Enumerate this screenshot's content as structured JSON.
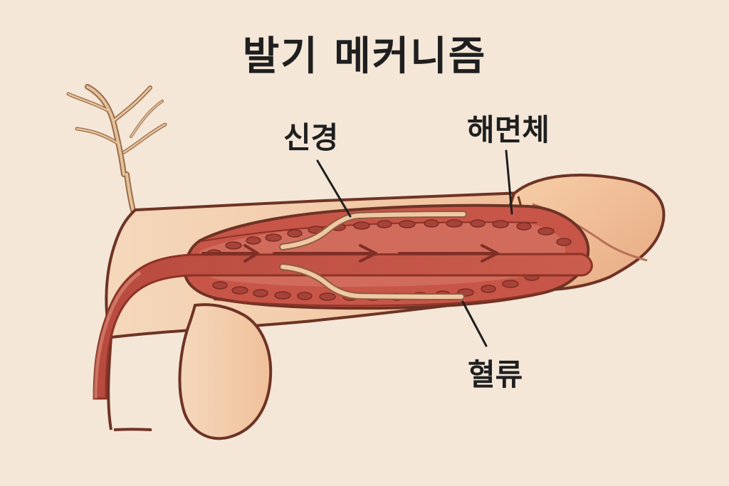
{
  "title": "발기 메커니즘",
  "labels": {
    "nerve": "신경",
    "corpus_cavernosum": "해면체",
    "blood_flow": "혈류"
  },
  "colors": {
    "background": "#f4e7d8",
    "skin": "#f2cfad",
    "outline": "#6e3325",
    "tissue": "#c7584b",
    "channel": "#d66f5e",
    "nerve": "#d8b38b"
  }
}
